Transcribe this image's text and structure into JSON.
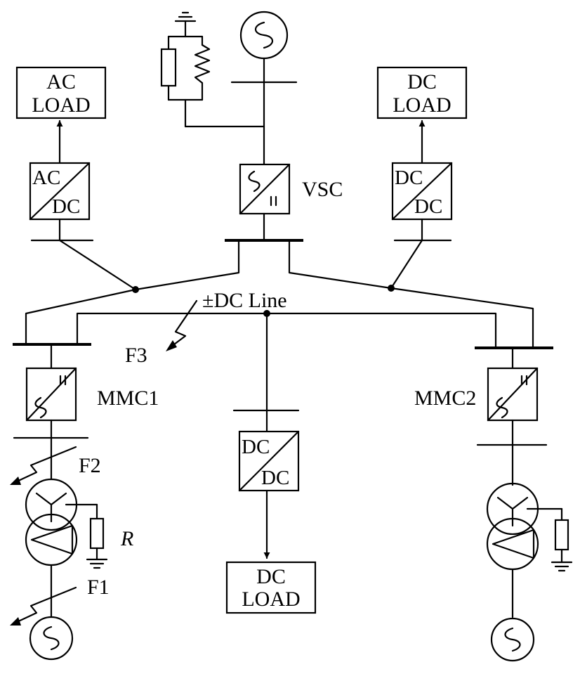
{
  "loads": {
    "ac_load_top": [
      "AC",
      "LOAD"
    ],
    "dc_load_top": [
      "DC",
      "LOAD"
    ],
    "dc_load_bottom": [
      "DC",
      "LOAD"
    ]
  },
  "converters": {
    "ac_dc": [
      "AC",
      "DC"
    ],
    "dc_dc_top": [
      "DC",
      "DC"
    ],
    "dc_dc_mid": [
      "DC",
      "DC"
    ],
    "vsc_label": "VSC",
    "mmc1_label": "MMC1",
    "mmc2_label": "MMC2"
  },
  "line_label": "±DC Line",
  "faults": {
    "f1": "F1",
    "f2": "F2",
    "f3": "F3"
  },
  "resistor_label": "R"
}
